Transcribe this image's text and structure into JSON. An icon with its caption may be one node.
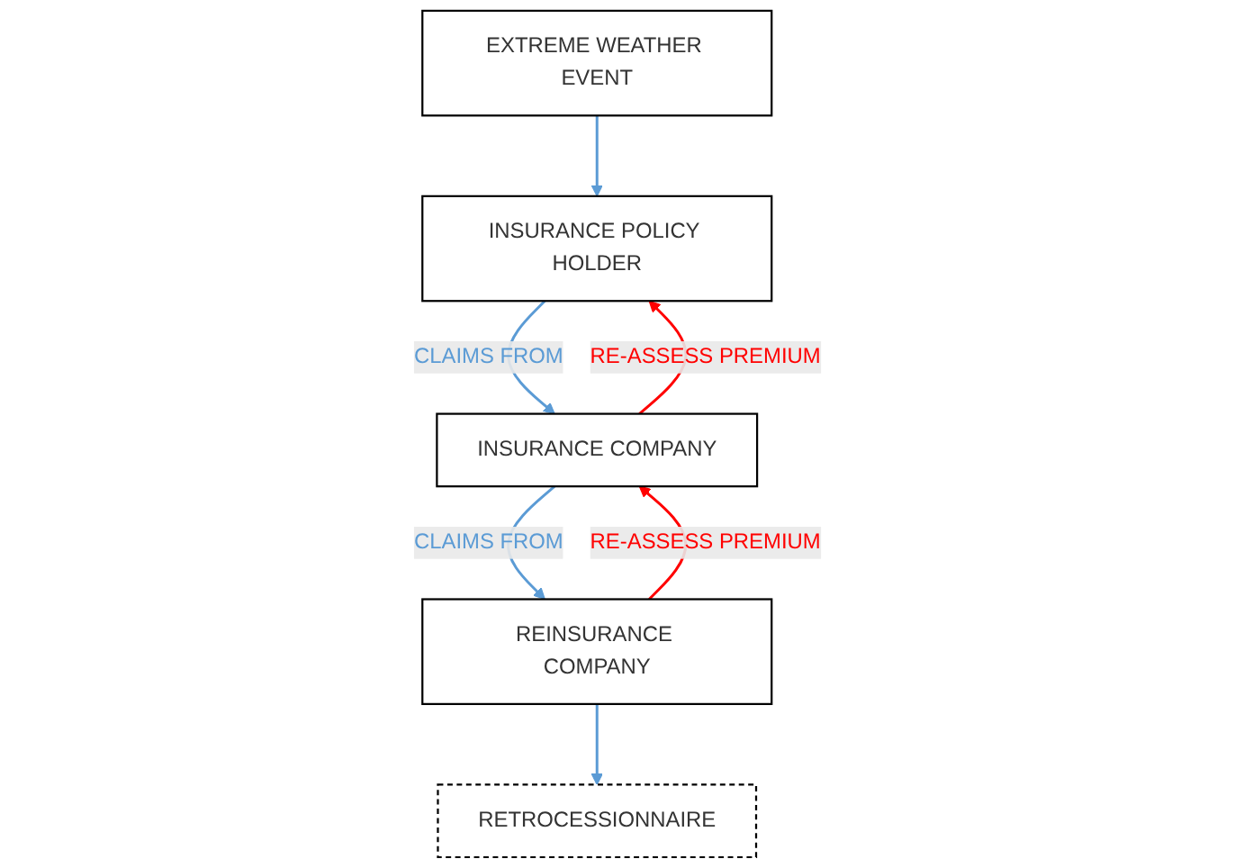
{
  "diagram": {
    "nodes": [
      {
        "text": [
          "EXTREME WEATHER EVENT"
        ]
      },
      {
        "text": [
          "INSURANCE POLICY HOLDER"
        ]
      },
      {
        "text": [
          "INSURANCE COMPANY"
        ]
      },
      {
        "text": [
          "REINSURANCE COMPANY"
        ]
      },
      {
        "text": [
          "RETROCESSIONNAIRE"
        ]
      }
    ],
    "edges": [
      {
        "from": 0,
        "to": 1,
        "arrow": "to"
      },
      {
        "from": 1,
        "to": 2,
        "arrow": "to",
        "label": "CLAIMS FROM"
      },
      {
        "from": 2,
        "to": 3,
        "arrow": "to",
        "label": "CLAIMS FROM"
      },
      {
        "from": 3,
        "to": 4,
        "arrow": "to"
      },
      {
        "from": 2,
        "to": 1,
        "arrow": "to",
        "label": "RE-ASSESS PREMIUM",
        "color": "#ff0000"
      },
      {
        "from": 3,
        "to": 2,
        "arrow": "to",
        "label": "RE-ASSESS PREMIUM",
        "color": "#ff0000"
      }
    ]
  }
}
